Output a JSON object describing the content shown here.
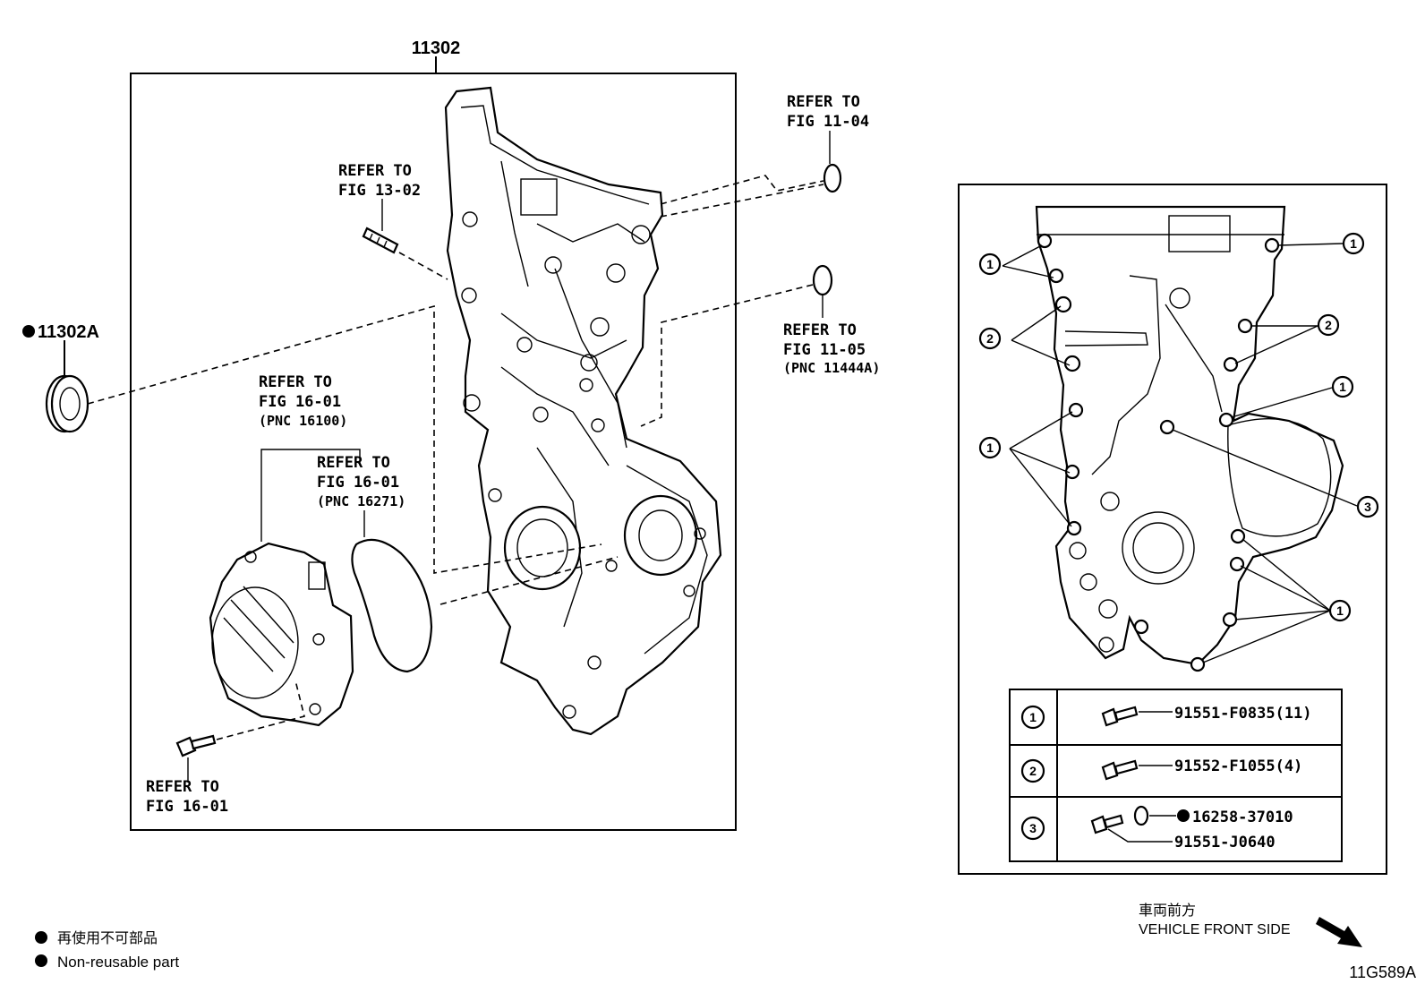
{
  "main": {
    "assembly_part_no": "11302",
    "seal_part_no": "11302A"
  },
  "refers": {
    "fig_11_04": {
      "line1": "REFER TO",
      "line2": "FIG 11-04"
    },
    "fig_13_02": {
      "line1": "REFER TO",
      "line2": "FIG 13-02"
    },
    "fig_11_05": {
      "line1": "REFER TO",
      "line2": "FIG 11-05",
      "line3": "(PNC 11444A)"
    },
    "fig_16_01_a": {
      "line1": "REFER TO",
      "line2": "FIG 16-01",
      "line3": "(PNC 16100)"
    },
    "fig_16_01_b": {
      "line1": "REFER TO",
      "line2": "FIG 16-01",
      "line3": "(PNC 16271)"
    },
    "fig_16_01_c": {
      "line1": "REFER TO",
      "line2": "FIG 16-01"
    }
  },
  "bolt_callouts": [
    "1",
    "2",
    "3"
  ],
  "bolt_table": [
    {
      "num": "1",
      "part": "91551-F0835(11)"
    },
    {
      "num": "2",
      "part": "91552-F1055(4)"
    },
    {
      "num": "3",
      "part": "91551-J0640",
      "washer": "16258-37010"
    }
  ],
  "legend": {
    "jp": "再使用不可部品",
    "en": "Non-reusable part"
  },
  "direction": {
    "jp": "車両前方",
    "en": "VEHICLE FRONT SIDE"
  },
  "figure_id": "11G589A"
}
